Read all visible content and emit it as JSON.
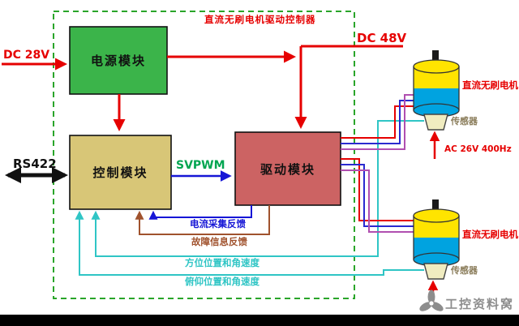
{
  "title": "直流无刷电机驱动控制器",
  "modules": {
    "power": {
      "label": "电源模块",
      "color": "#3bb44a"
    },
    "control": {
      "label": "控制模块",
      "color": "#d8c677"
    },
    "drive": {
      "label": "驱动模块",
      "color": "#cc6363"
    }
  },
  "inputs": {
    "dc28v": "DC 28V",
    "dc48v": "DC 48V",
    "rs422": "RS422",
    "ac26v": "AC 26V 400Hz"
  },
  "signals": {
    "svpwm": "SVPWM",
    "current_feedback": "电流采集反馈",
    "fault_feedback": "故障信息反馈",
    "azimuth_feedback": "方位位置和角速度",
    "pitch_feedback": "俯仰位置和角速度"
  },
  "motors": [
    {
      "label": "直流无刷电机",
      "sensor": "传感器"
    },
    {
      "label": "直流无刷电机",
      "sensor": "传感器"
    }
  ],
  "watermark": "工控资料窝",
  "colors": {
    "label_red": "#e60000",
    "svpwm_green": "#00a550",
    "signal_blue": "#1616d6",
    "signal_brown": "#a0522d",
    "signal_cyan": "#2fc5c5",
    "dashed_border_green": "#2aa52a",
    "motor_yellow": "#ffe400",
    "motor_blue": "#00a3e0"
  }
}
